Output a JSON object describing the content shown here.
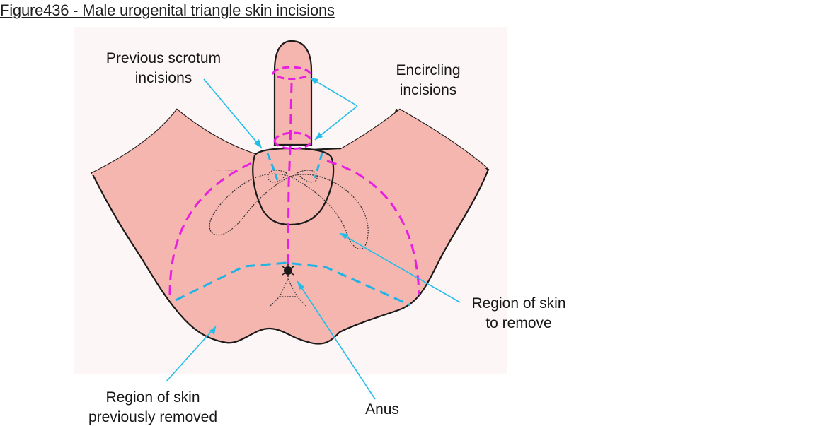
{
  "title": "Figure436 - Male urogenital triangle skin incisions",
  "labels": {
    "previous_scrotum": [
      "Previous scrotum",
      "incisions"
    ],
    "encircling": [
      "Encircling",
      "incisions"
    ],
    "region_remove": [
      "Region of skin",
      "to remove"
    ],
    "region_previously_removed": [
      "Region of skin",
      "previously removed"
    ],
    "anus": "Anus"
  },
  "colors": {
    "skin": "#f6b6b0",
    "outline": "#1a1a1a",
    "incision_magenta": "#e81ee0",
    "incision_cyan": "#1fb3e6",
    "leader_line": "#22bde8"
  }
}
